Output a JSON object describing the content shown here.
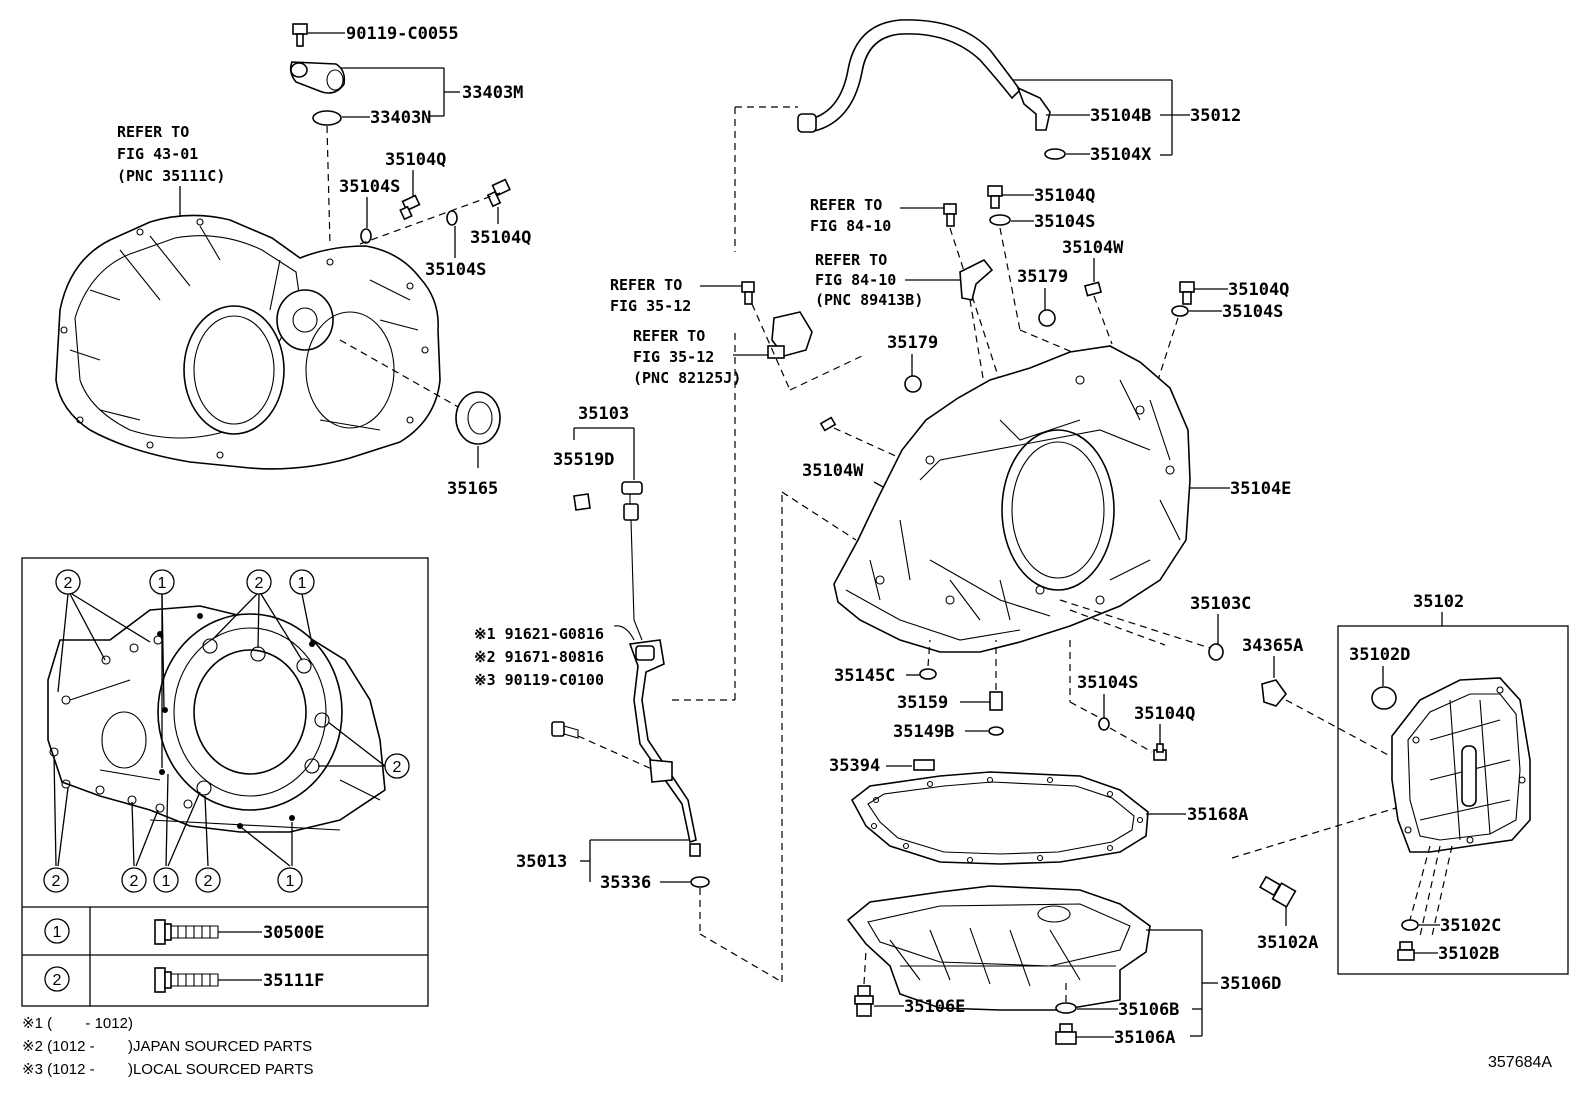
{
  "labels": {
    "p90119_C0055": "90119-C0055",
    "p33403M": "33403M",
    "p33403N": "33403N",
    "p35104Q_a": "35104Q",
    "p35104S_a": "35104S",
    "p35104Q_b": "35104Q",
    "p35104S_b": "35104S",
    "p35165": "35165",
    "p35104B": "35104B",
    "p35012": "35012",
    "p35104X": "35104X",
    "p35104Q_c": "35104Q",
    "p35104S_c": "35104S",
    "p35104W_a": "35104W",
    "p35179_a": "35179",
    "p35104Q_d": "35104Q",
    "p35104S_d": "35104S",
    "p35179_b": "35179",
    "p35103": "35103",
    "p35519D": "35519D",
    "p35104W_b": "35104W",
    "p35104E": "35104E",
    "p35103C": "35103C",
    "p35102": "35102",
    "p34365A": "34365A",
    "p35102D": "35102D",
    "p35145C": "35145C",
    "p35159": "35159",
    "p35104S_e": "35104S",
    "p35104Q_e": "35104Q",
    "p35149B": "35149B",
    "p35394": "35394",
    "p35168A": "35168A",
    "p35013": "35013",
    "p35336": "35336",
    "p35102C": "35102C",
    "p35102B": "35102B",
    "p35102A": "35102A",
    "p35106D": "35106D",
    "p35106E": "35106E",
    "p35106B": "35106B",
    "p35106A": "35106A",
    "p91621": "※1 91621-G0816",
    "p91671": "※2 91671-80816",
    "p90119_C0100": "※3 90119-C0100"
  },
  "references": {
    "ref1": [
      "REFER TO",
      "FIG 43-01",
      "(PNC 35111C)"
    ],
    "ref2": [
      "REFER TO",
      "FIG 84-10"
    ],
    "ref3": [
      "REFER TO",
      "FIG 84-10",
      "(PNC 89413B)"
    ],
    "ref4": [
      "REFER TO",
      "FIG 35-12"
    ],
    "ref5": [
      "REFER TO",
      "FIG 35-12",
      "(PNC 82125J)"
    ]
  },
  "inset": {
    "marker1": "1",
    "marker2": "2",
    "legend": [
      {
        "marker": "1",
        "part": "30500E"
      },
      {
        "marker": "2",
        "part": "35111F"
      }
    ]
  },
  "footnotes": [
    "※1 (        - 1012)",
    "※2 (1012 -        )JAPAN SOURCED PARTS",
    "※3 (1012 -        )LOCAL SOURCED PARTS"
  ],
  "diagram_id": "357684A"
}
